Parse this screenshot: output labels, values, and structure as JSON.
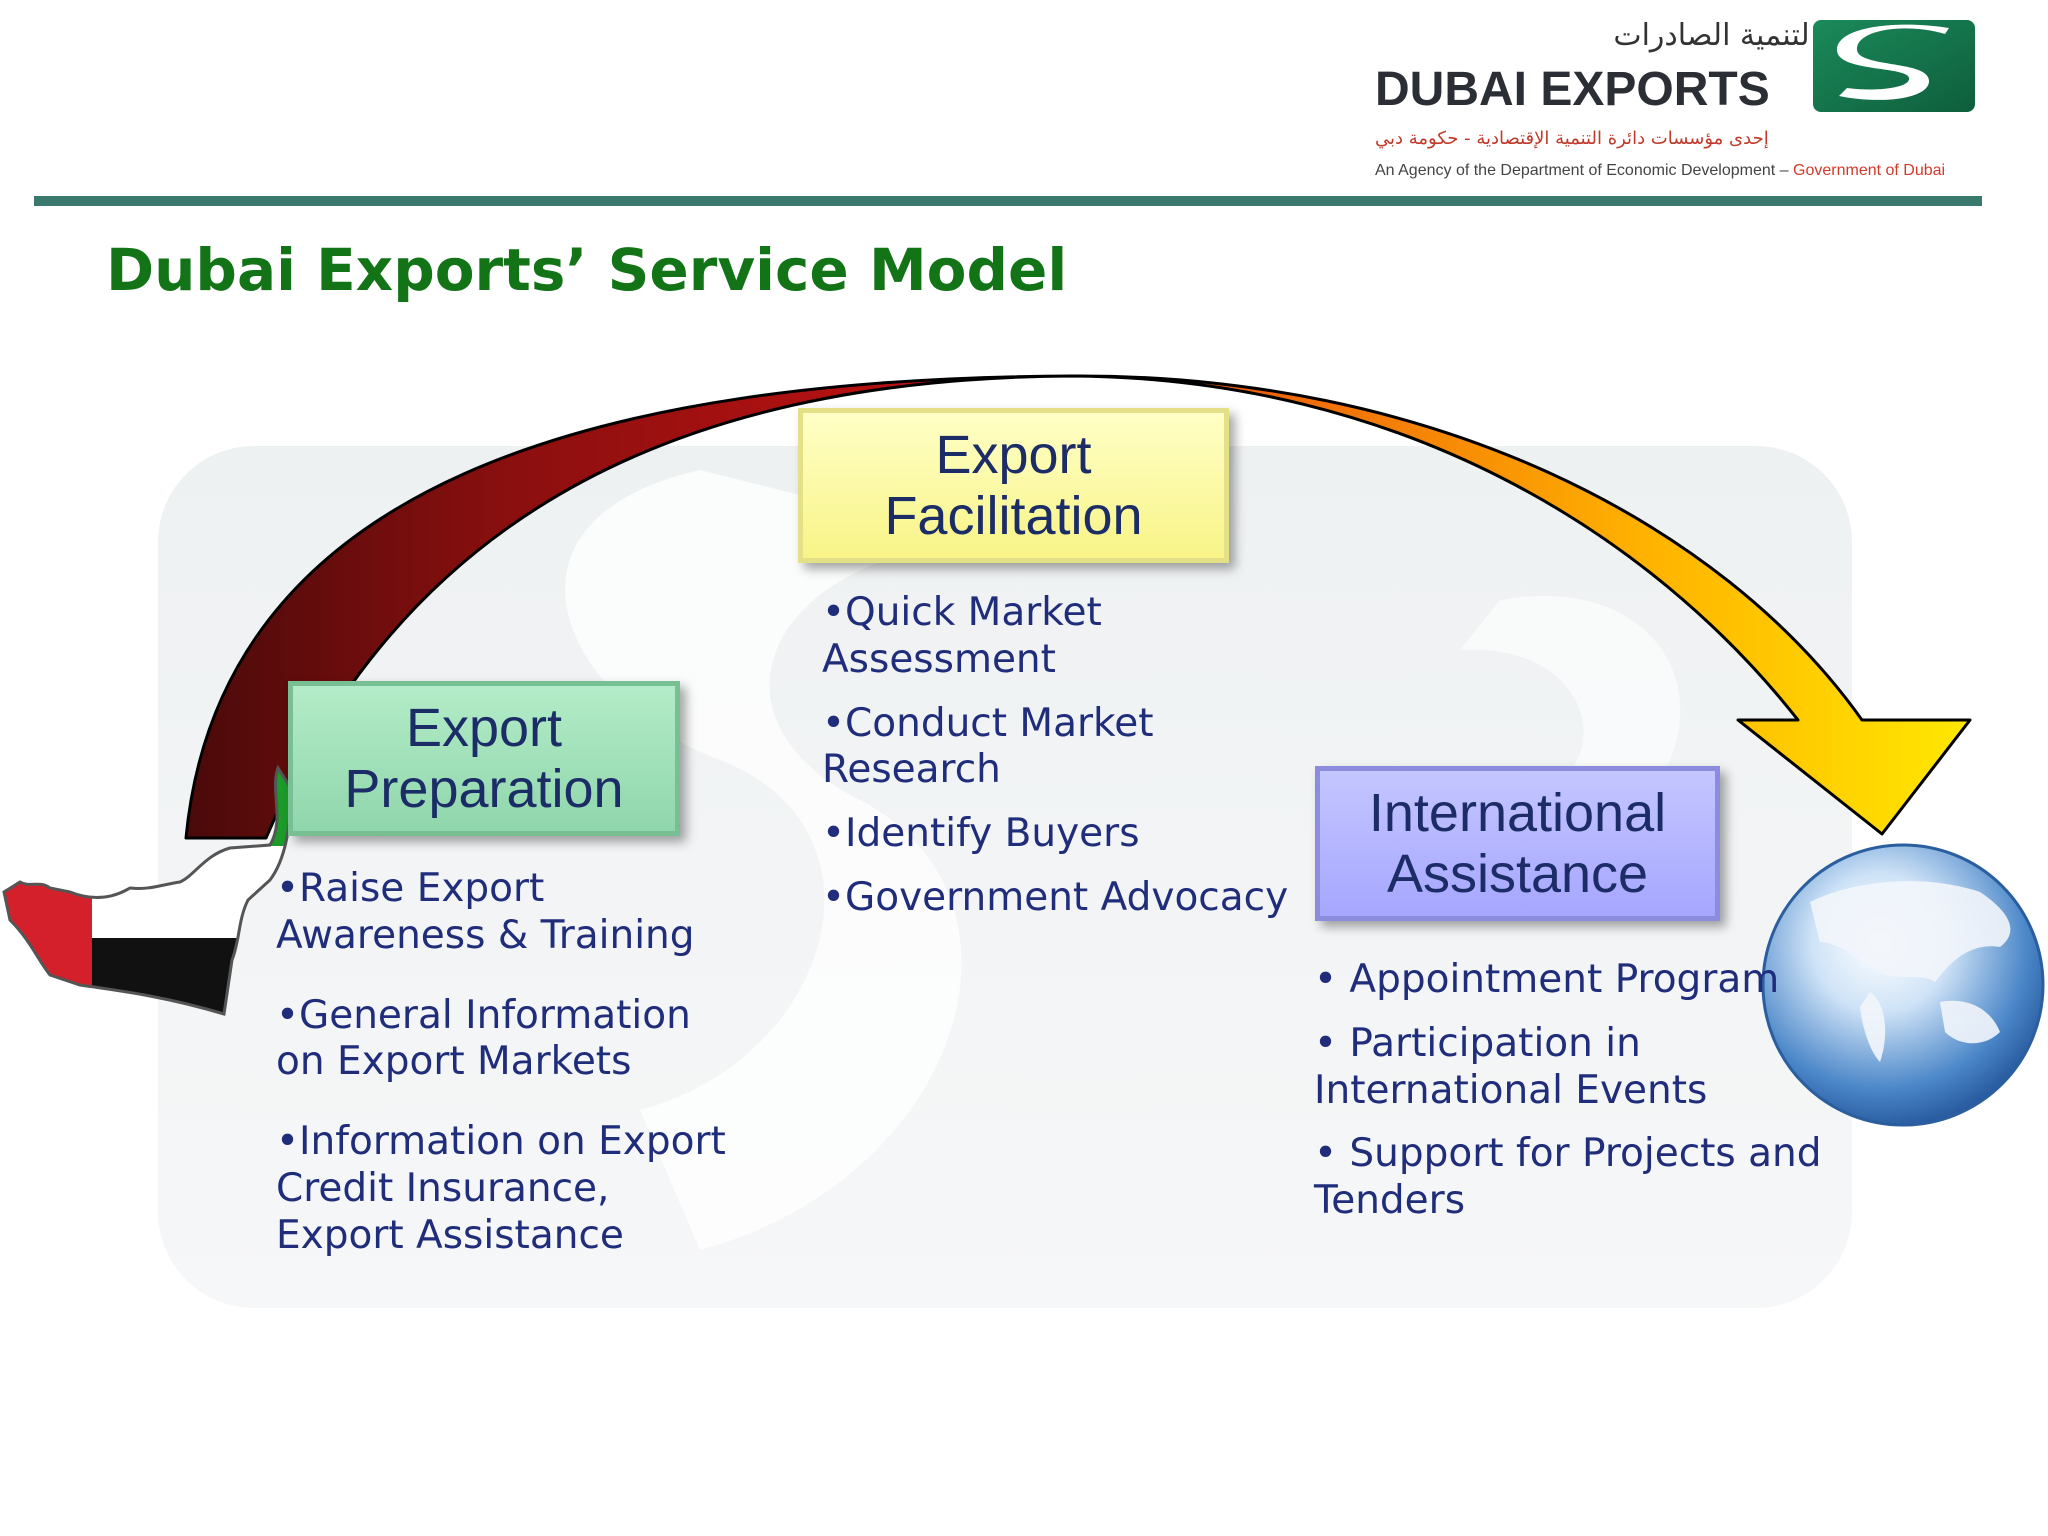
{
  "slide": {
    "title": "Dubai Exports’ Service Model"
  },
  "logo": {
    "arabic_name": "مؤسسة دبي لتنمية الصادرات",
    "name": "DUBAI EXPORTS",
    "arabic_tagline": "إحدى مؤسسات دائرة التنمية الإقتصادية - حكومة دبي",
    "tagline": "An Agency of the Department of Economic Development",
    "tagline_separator": " – ",
    "tagline_government": "Government of Dubai"
  },
  "colors": {
    "title_green": "#127317",
    "header_rule": "#3a7a6e",
    "body_text_navy": "#1f2d7a",
    "prep_box": "#a6e4bc",
    "facilitation_box": "#fbf8a6",
    "international_box": "#b4b6ff",
    "arrow_start": "#4a0a0a",
    "arrow_mid": "#c41212",
    "arrow_end": "#ffe800"
  },
  "stages": {
    "preparation": {
      "title": "Export Preparation",
      "items": [
        "•Raise Export Awareness & Training",
        "•General Information on Export Markets",
        "•Information on Export Credit Insurance, Export Assistance"
      ]
    },
    "facilitation": {
      "title": "Export Facilitation",
      "items": [
        "•Quick Market Assessment",
        "•Conduct Market Research",
        "•Identify Buyers",
        "•Government Advocacy"
      ]
    },
    "international": {
      "title": "International Assistance",
      "items": [
        "• Appointment Program",
        "• Participation in International Events",
        "• Support for Projects and Tenders"
      ]
    }
  },
  "icons": {
    "background": "dubai-exports-s-watermark",
    "arrow": "curved-flow-arrow",
    "origin": "uae-flag-map-icon",
    "destination": "globe-icon"
  }
}
